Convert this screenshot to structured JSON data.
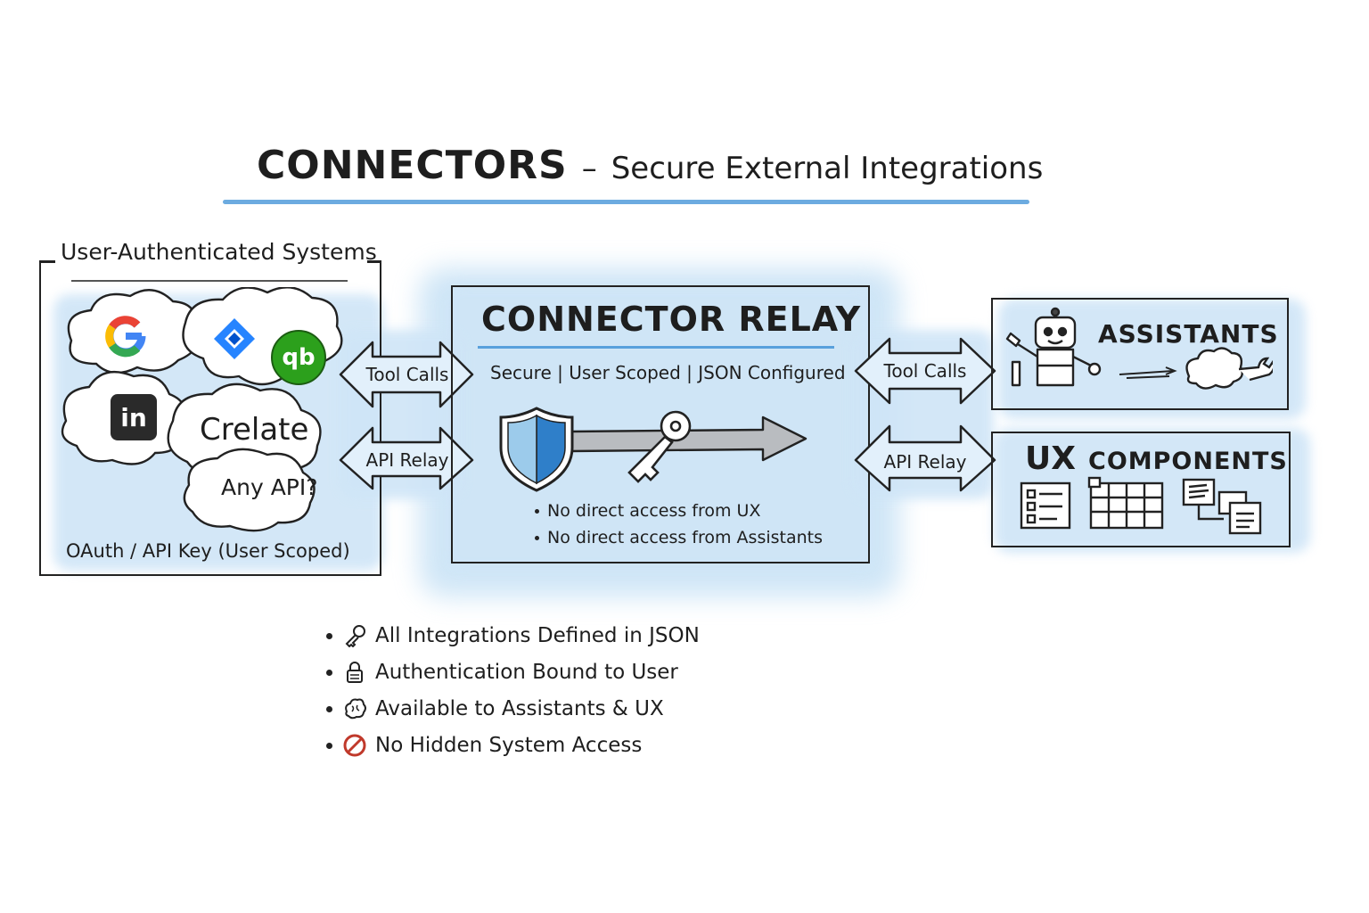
{
  "title": {
    "main": "CONNECTORS",
    "dash": "–",
    "sub": "Secure External Integrations"
  },
  "left_panel": {
    "heading": "User-Authenticated Systems",
    "clouds": [
      "Crelate",
      "Any API?"
    ],
    "logo_icons": [
      "google-logo",
      "jira-logo",
      "quickbooks-logo",
      "linkedin-logo"
    ],
    "quickbooks_text": "qb",
    "linkedin_text": "in",
    "footer": "OAuth / API Key (User Scoped)"
  },
  "left_arrows": {
    "tool_calls": "Tool Calls",
    "api_relay": "API Relay"
  },
  "relay": {
    "title": "CONNECTOR RELAY",
    "subtitle": "Secure | User Scoped | JSON Configured",
    "icons": [
      "shield-icon",
      "key-icon",
      "right-arrow-icon"
    ],
    "bullets": [
      "No direct access from UX",
      "No direct access from Assistants"
    ]
  },
  "right_arrows": {
    "tool_calls": "Tool Calls",
    "api_relay": "API Relay"
  },
  "assistants": {
    "title": "ASSISTANTS",
    "icons": [
      "robot-icon",
      "arrow-icon",
      "brain-wrench-icon"
    ]
  },
  "ux": {
    "title_prefix": "UX",
    "title": "COMPONENTS",
    "icons": [
      "form-icon",
      "table-icon",
      "flow-icon"
    ]
  },
  "features": [
    {
      "icon": "key-icon",
      "text": "All Integrations Defined in JSON"
    },
    {
      "icon": "lock-icon",
      "text": "Authentication Bound to User"
    },
    {
      "icon": "brain-icon",
      "text": "Available to Assistants & UX"
    },
    {
      "icon": "no-entry-icon",
      "text": "No Hidden System Access"
    }
  ],
  "colors": {
    "accent_blue": "#3b8fd6",
    "wash_blue": "#cfe5f7",
    "ink": "#1e1e1e",
    "no_entry_red": "#c0392b"
  }
}
